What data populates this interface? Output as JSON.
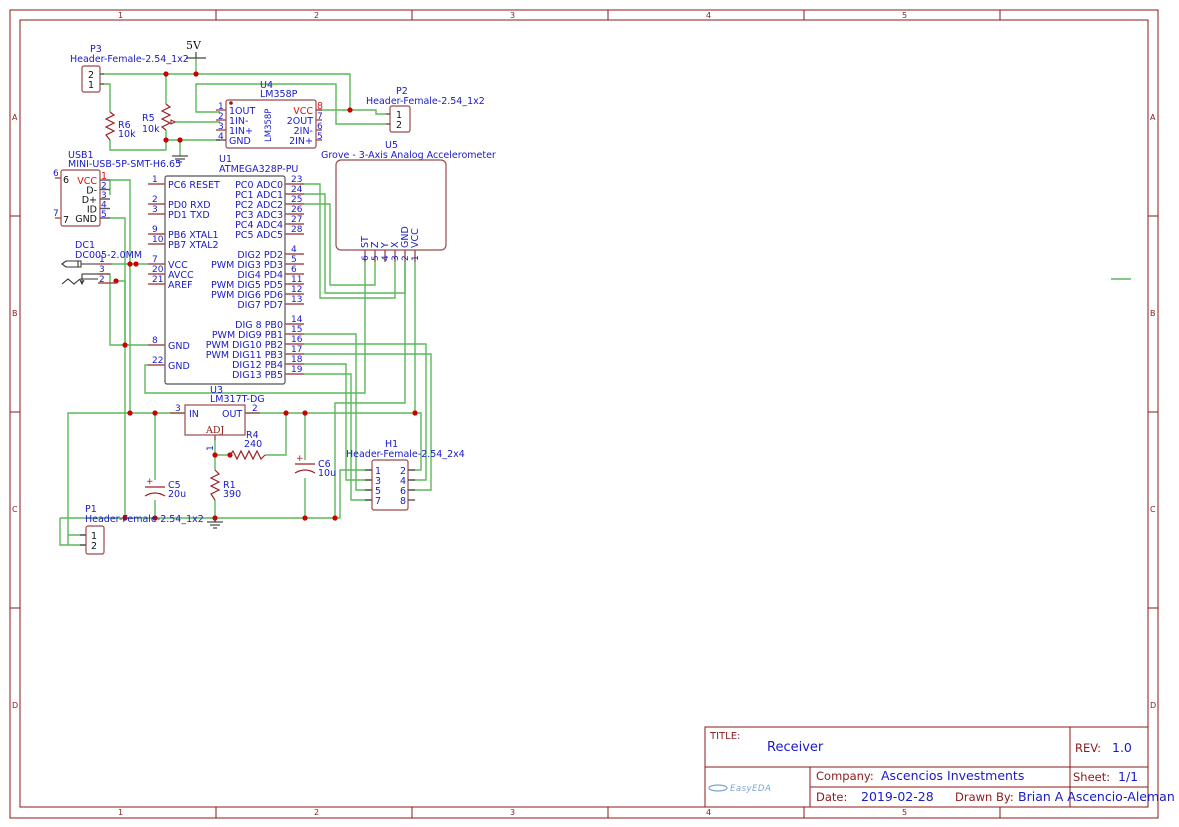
{
  "frame": {
    "columns": [
      "1",
      "2",
      "3",
      "4",
      "5"
    ],
    "rows": [
      "A",
      "B",
      "C",
      "D"
    ]
  },
  "power": {
    "vcc_label": "5V"
  },
  "components": {
    "P3": {
      "ref": "P3",
      "value": "Header-Female-2.54_1x2",
      "pins": [
        "2",
        "1"
      ]
    },
    "P2": {
      "ref": "P2",
      "value": "Header-Female-2.54_1x2",
      "pins": [
        "1",
        "2"
      ]
    },
    "P1": {
      "ref": "P1",
      "value": "Header-Female-2.54_1x2",
      "pins": [
        "1",
        "2"
      ]
    },
    "R6": {
      "ref": "R6",
      "value": "10k"
    },
    "R5": {
      "ref": "R5",
      "value": "10k"
    },
    "R4": {
      "ref": "R4",
      "value": "240"
    },
    "R1": {
      "ref": "R1",
      "value": "390"
    },
    "C5": {
      "ref": "C5",
      "value": "20u"
    },
    "C6": {
      "ref": "C6",
      "value": "10u"
    },
    "U4": {
      "ref": "U4",
      "value": "LM358P",
      "body_label": "LM358P",
      "left_pins": [
        {
          "num": "1",
          "name": "1OUT"
        },
        {
          "num": "2",
          "name": "1IN-"
        },
        {
          "num": "3",
          "name": "1IN+"
        },
        {
          "num": "4",
          "name": "GND"
        }
      ],
      "right_pins": [
        {
          "num": "8",
          "name": "VCC"
        },
        {
          "num": "7",
          "name": "2OUT"
        },
        {
          "num": "6",
          "name": "2IN-"
        },
        {
          "num": "5",
          "name": "2IN+"
        }
      ]
    },
    "USB1": {
      "ref": "USB1",
      "value": "MINI-USB-5P-SMT-H6.65",
      "pins": [
        {
          "num": "1",
          "name": "VCC"
        },
        {
          "num": "2",
          "name": "D-"
        },
        {
          "num": "3",
          "name": "D+"
        },
        {
          "num": "4",
          "name": "ID"
        },
        {
          "num": "5",
          "name": "GND"
        }
      ],
      "side_pins": [
        {
          "num": "6",
          "label": "6"
        },
        {
          "num": "7",
          "label": "7"
        }
      ]
    },
    "DC1": {
      "ref": "DC1",
      "value": "DC005-2.0MM",
      "pins": [
        "1",
        "3",
        "2"
      ]
    },
    "U1": {
      "ref": "U1",
      "value": "ATMEGA328P-PU",
      "left_pins": [
        {
          "num": "1",
          "name": "PC6 RESET"
        },
        {
          "num": "2",
          "name": "PD0 RXD"
        },
        {
          "num": "3",
          "name": "PD1 TXD"
        },
        {
          "num": "9",
          "name": "PB6 XTAL1"
        },
        {
          "num": "10",
          "name": "PB7 XTAL2"
        },
        {
          "num": "7",
          "name": "VCC"
        },
        {
          "num": "20",
          "name": "AVCC"
        },
        {
          "num": "21",
          "name": "AREF"
        },
        {
          "num": "8",
          "name": "GND"
        },
        {
          "num": "22",
          "name": "GND"
        }
      ],
      "right_pins": [
        {
          "num": "23",
          "name": "PC0 ADC0"
        },
        {
          "num": "24",
          "name": "PC1 ADC1"
        },
        {
          "num": "25",
          "name": "PC2 ADC2"
        },
        {
          "num": "26",
          "name": "PC3 ADC3"
        },
        {
          "num": "27",
          "name": "PC4 ADC4"
        },
        {
          "num": "28",
          "name": "PC5 ADC5"
        },
        {
          "num": "4",
          "name": "DIG2 PD2"
        },
        {
          "num": "5",
          "name": "PWM DIG3 PD3"
        },
        {
          "num": "6",
          "name": "DIG4 PD4"
        },
        {
          "num": "11",
          "name": "PWM DIG5 PD5"
        },
        {
          "num": "12",
          "name": "PWM DIG6 PD6"
        },
        {
          "num": "13",
          "name": "DIG7 PD7"
        },
        {
          "num": "14",
          "name": "DIG 8 PB0"
        },
        {
          "num": "15",
          "name": "PWM DIG9 PB1"
        },
        {
          "num": "16",
          "name": "PWM DIG10 PB2"
        },
        {
          "num": "17",
          "name": "PWM DIG11 PB3"
        },
        {
          "num": "18",
          "name": "DIG12 PB4"
        },
        {
          "num": "19",
          "name": "DIG13 PB5"
        }
      ]
    },
    "U5": {
      "ref": "U5",
      "value": "Grove - 3-Axis Analog Accelerometer",
      "pins": [
        {
          "num": "6",
          "name": "ST"
        },
        {
          "num": "5",
          "name": "Z"
        },
        {
          "num": "4",
          "name": "Y"
        },
        {
          "num": "3",
          "name": "X"
        },
        {
          "num": "2",
          "name": "GND"
        },
        {
          "num": "1",
          "name": "VCC"
        }
      ]
    },
    "U3": {
      "ref": "U3",
      "value": "LM317T-DG",
      "in_label": "IN",
      "out_label": "OUT",
      "adj_label": "ADJ",
      "in_num": "3",
      "out_num": "2",
      "adj_num": "1"
    },
    "H1": {
      "ref": "H1",
      "value": "Header-Female-2.54_2x4",
      "left_pins": [
        "1",
        "3",
        "5",
        "7"
      ],
      "right_pins": [
        "2",
        "4",
        "6",
        "8"
      ]
    }
  },
  "title_block": {
    "title_label": "TITLE:",
    "title": "Receiver",
    "rev_label": "REV:",
    "rev": "1.0",
    "company_label": "Company:",
    "company": "Ascencios Investments",
    "sheet_label": "Sheet:",
    "sheet": "1/1",
    "date_label": "Date:",
    "date": "2019-02-28",
    "drawn_by_label": "Drawn By:",
    "drawn_by": "Brian A Ascencio-Aleman",
    "logo_text": "EasyEDA"
  },
  "colors": {
    "frame": "#8b1a1a",
    "wire": "#5cb85c",
    "text": "#1a1ac8",
    "junction": "#cc0000",
    "power_pin": "#e01010"
  }
}
